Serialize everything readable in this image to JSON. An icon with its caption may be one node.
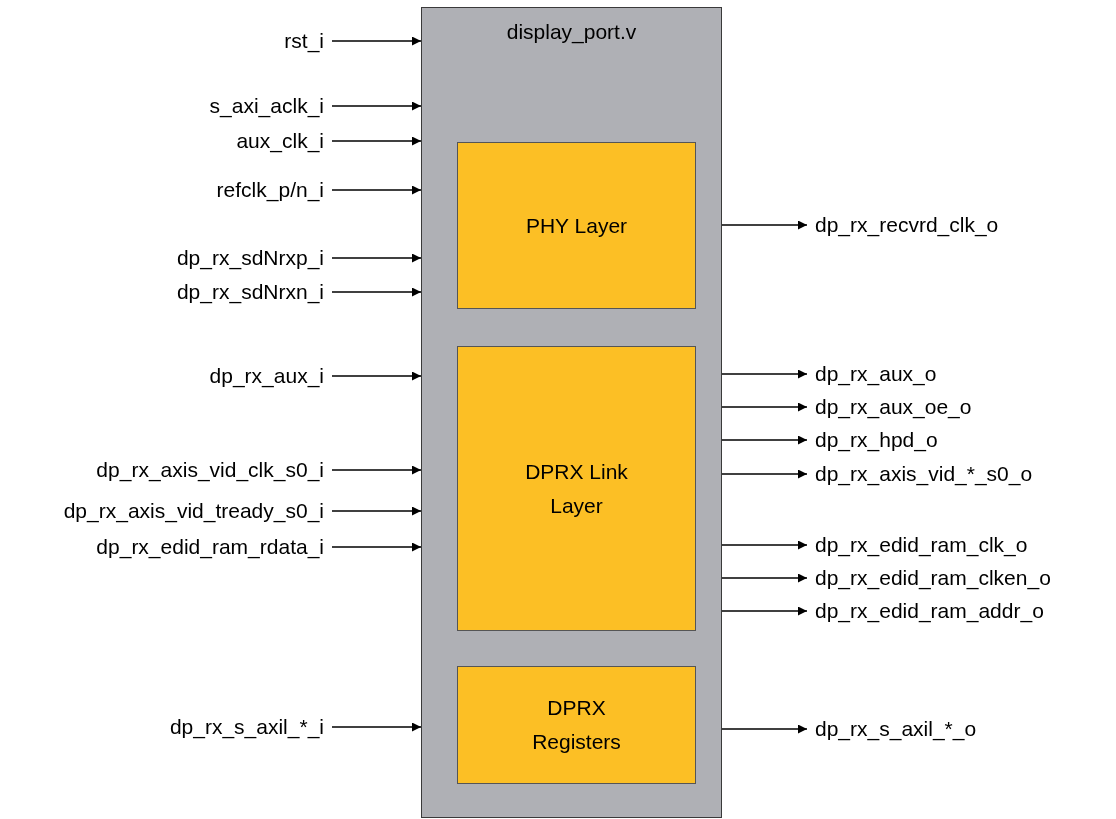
{
  "diagram": {
    "nodes": [
      {
        "text": [
          "display_port.v"
        ]
      },
      {
        "text": [
          "PHY Layer"
        ],
        "in": 0
      },
      {
        "text": [
          "DPRX Link Layer"
        ],
        "in": 0
      },
      {
        "text": [
          "DPRX Registers"
        ],
        "in": 0
      },
      {
        "text": [
          "rst_i"
        ]
      },
      {
        "text": [
          "s_axi_aclk_i"
        ]
      },
      {
        "text": [
          "aux_clk_i"
        ]
      },
      {
        "text": [
          "refclk_p/n_i"
        ]
      },
      {
        "text": [
          "dp_rx_sdNrxp_i"
        ]
      },
      {
        "text": [
          "dp_rx_sdNrxn_i"
        ]
      },
      {
        "text": [
          "dp_rx_aux_i"
        ]
      },
      {
        "text": [
          "dp_rx_axis_vid_clk_s0_i"
        ]
      },
      {
        "text": [
          "dp_rx_axis_vid_tready_s0_i"
        ]
      },
      {
        "text": [
          "dp_rx_edid_ram_rdata_i"
        ]
      },
      {
        "text": [
          "dp_rx_s_axil_*_i"
        ]
      },
      {
        "text": [
          "dp_rx_recvrd_clk_o"
        ]
      },
      {
        "text": [
          "dp_rx_aux_o"
        ]
      },
      {
        "text": [
          "dp_rx_aux_oe_o"
        ]
      },
      {
        "text": [
          "dp_rx_hpd_o"
        ]
      },
      {
        "text": [
          "dp_rx_axis_vid_*_s0_o"
        ]
      },
      {
        "text": [
          "dp_rx_edid_ram_clk_o"
        ]
      },
      {
        "text": [
          "dp_rx_edid_ram_clken_o"
        ]
      },
      {
        "text": [
          "dp_rx_edid_ram_addr_o"
        ]
      },
      {
        "text": [
          "dp_rx_s_axil_*_o"
        ]
      }
    ],
    "edges": [
      {
        "from": 4,
        "to": 0,
        "arrow": "to"
      },
      {
        "from": 5,
        "to": 0,
        "arrow": "to"
      },
      {
        "from": 6,
        "to": 0,
        "arrow": "to"
      },
      {
        "from": 7,
        "to": 0,
        "arrow": "to"
      },
      {
        "from": 8,
        "to": 0,
        "arrow": "to"
      },
      {
        "from": 9,
        "to": 0,
        "arrow": "to"
      },
      {
        "from": 10,
        "to": 0,
        "arrow": "to"
      },
      {
        "from": 11,
        "to": 0,
        "arrow": "to"
      },
      {
        "from": 12,
        "to": 0,
        "arrow": "to"
      },
      {
        "from": 13,
        "to": 0,
        "arrow": "to"
      },
      {
        "from": 14,
        "to": 0,
        "arrow": "to"
      },
      {
        "from": 0,
        "to": 15,
        "arrow": "to"
      },
      {
        "from": 0,
        "to": 16,
        "arrow": "to"
      },
      {
        "from": 0,
        "to": 17,
        "arrow": "to"
      },
      {
        "from": 0,
        "to": 18,
        "arrow": "to"
      },
      {
        "from": 0,
        "to": 19,
        "arrow": "to"
      },
      {
        "from": 0,
        "to": 20,
        "arrow": "to"
      },
      {
        "from": 0,
        "to": 21,
        "arrow": "to"
      },
      {
        "from": 0,
        "to": 22,
        "arrow": "to"
      },
      {
        "from": 0,
        "to": 23,
        "arrow": "to"
      }
    ]
  }
}
